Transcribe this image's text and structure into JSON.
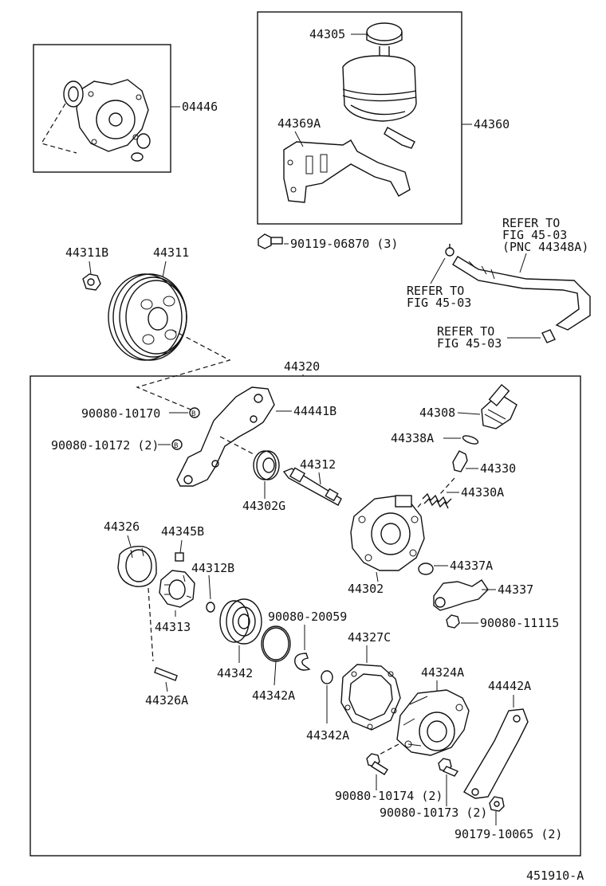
{
  "labels": {
    "p04446": "04446",
    "p44305": "44305",
    "p44369a": "44369A",
    "p44360": "44360",
    "p90119": "90119-06870 (3)",
    "p44311b": "44311B",
    "p44311": "44311",
    "ref_a_1": "REFER TO",
    "ref_a_2": "FIG 45-03",
    "ref_a_3": "(PNC 44348A)",
    "ref_b_1": "REFER TO",
    "ref_b_2": "FIG 45-03",
    "ref_c_1": "REFER TO",
    "ref_c_2": "FIG 45-03",
    "p44320": "44320",
    "p90080_10170": "90080-10170",
    "p44441b": "44441B",
    "p90080_10172": "90080-10172 (2)",
    "p44308": "44308",
    "p44338a": "44338A",
    "p44312": "44312",
    "p44330": "44330",
    "p44302g": "44302G",
    "p44330a": "44330A",
    "p44326": "44326",
    "p44345b": "44345B",
    "p44312b": "44312B",
    "p44302": "44302",
    "p44337a": "44337A",
    "p44313": "44313",
    "p44337": "44337",
    "p90080_20059": "90080-20059",
    "p90080_11115": "90080-11115",
    "p44327c": "44327C",
    "p44342": "44342",
    "p44324a": "44324A",
    "p44442a": "44442A",
    "p44342a_1": "44342A",
    "p44326a": "44326A",
    "p44342a_2": "44342A",
    "p90080_10174": "90080-10174 (2)",
    "p90080_10173": "90080-10173 (2)",
    "p90179": "90179-10065 (2)",
    "bolt_mark_1": "B",
    "bolt_mark_2": "B",
    "figure_code": "451910-A"
  }
}
